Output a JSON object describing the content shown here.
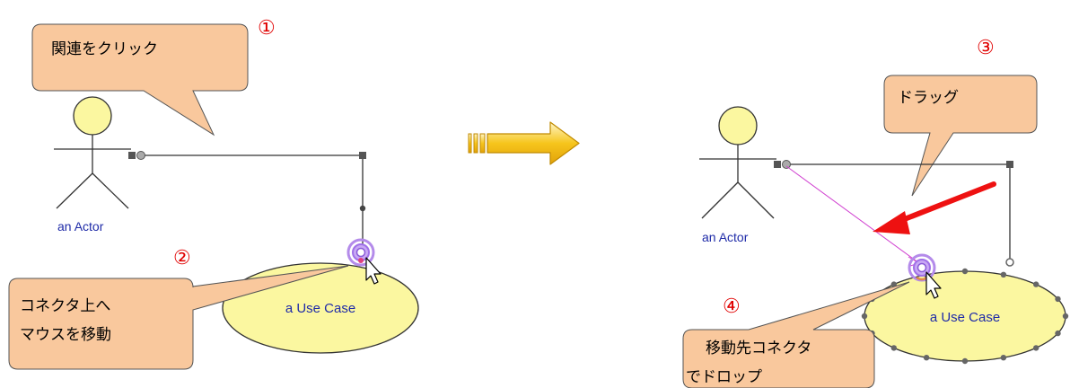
{
  "left": {
    "step1": "①",
    "callout1": "関連をクリック",
    "actor_label": "an Actor",
    "step2": "②",
    "callout2_line1": "コネクタ上へ",
    "callout2_line2": "マウスを移動",
    "usecase_label": "a Use Case"
  },
  "right": {
    "step3": "③",
    "callout3": "ドラッグ",
    "actor_label": "an Actor",
    "step4": "④",
    "callout4_line1": "移動先コネクタ",
    "callout4_line2": "でドロップ",
    "usecase_label": "a Use Case"
  },
  "colors": {
    "callout_fill": "#f9c89d",
    "usecase_fill": "#fbf7a0",
    "actor_head_fill": "#fbf7a0",
    "step_number": "#e00000",
    "label_blue": "#1f2ba8",
    "transition_arrow": "#f3bf1a",
    "drag_line": "#d040d0",
    "drag_arrow": "#ee1111",
    "connector_highlight": "#a070e8"
  },
  "icons": [
    "right-arrow-icon",
    "mouse-pointer-icon",
    "red-arrow-icon"
  ]
}
